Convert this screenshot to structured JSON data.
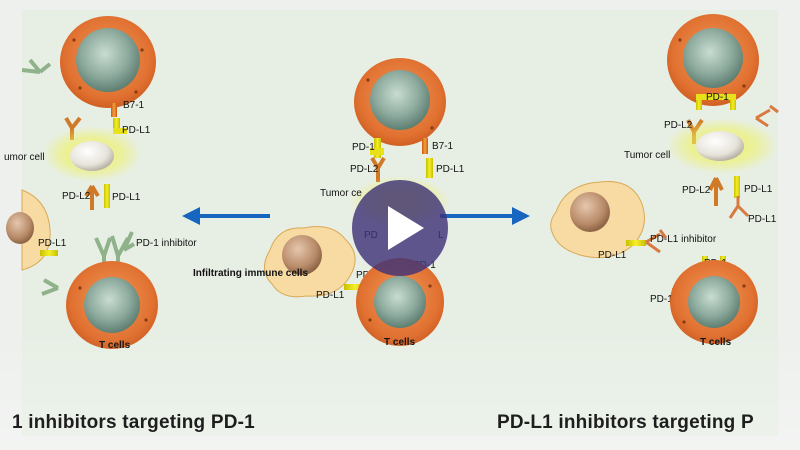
{
  "labels": {
    "b71": "B7-1",
    "pdl1": "PD-L1",
    "pdl2": "PD-L2",
    "pd1": "PD-1",
    "tumor_cell": "Tumor cell",
    "tumor_cell_partial_left": "umor cell",
    "tumor_cell_partial_center": "Tumor ce",
    "pd1_inhibitor": "PD-1 inhibitor",
    "pdl1_inhibitor": "PD-L1 inhibitor",
    "infiltrating": "Infiltrating  immune cells",
    "t_cells": "T cells",
    "pd1_partial_right": "PD-1",
    "pd_partial_center": "PD",
    "l_partial_center": "L"
  },
  "captions": {
    "left": "1 inhibitors targeting PD-1",
    "right": "PD-L1 inhibitors targeting P"
  },
  "player": {
    "play_icon": "play-triangle-icon"
  },
  "colors": {
    "arrow_blue": "#1666c0",
    "tumor_orange": "#e0702f",
    "nucleus_green": "#8aa79a",
    "receptor_yellow": "#e8e018",
    "inhibitor_green": "#9fc09a",
    "immune_cell": "#f6d79a",
    "play_purple": "#403378"
  }
}
